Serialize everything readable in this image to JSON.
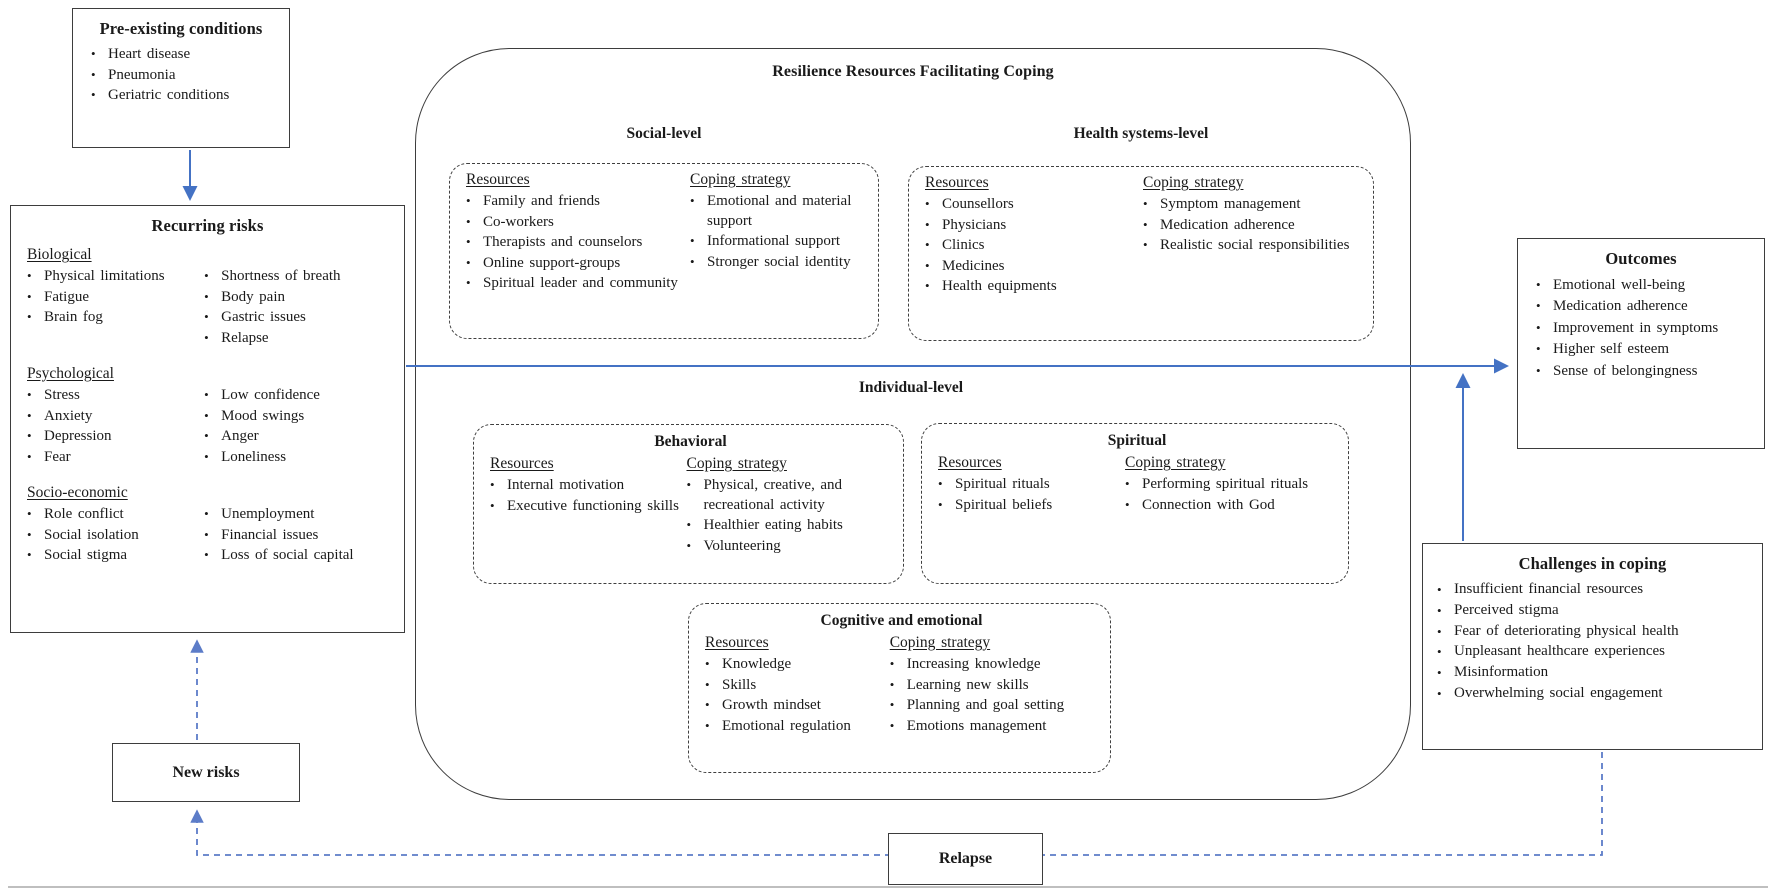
{
  "colors": {
    "arrow_solid": "#4472C4",
    "arrow_dashed": "#5C7CC8",
    "box_border": "#3D3D3D"
  },
  "preexisting": {
    "title": "Pre-existing conditions",
    "items": [
      "Heart disease",
      "Pneumonia",
      "Geriatric conditions"
    ]
  },
  "recurring": {
    "title": "Recurring risks",
    "sections": [
      {
        "heading": "Biological",
        "col1": [
          "Physical limitations",
          "Fatigue",
          "Brain fog"
        ],
        "col2": [
          "Shortness of breath",
          "Body pain",
          "Gastric issues",
          "Relapse"
        ]
      },
      {
        "heading": "Psychological",
        "col1": [
          "Stress",
          "Anxiety",
          "Depression",
          "Fear"
        ],
        "col2": [
          "Low confidence",
          "Mood swings",
          "Anger",
          "Loneliness"
        ]
      },
      {
        "heading": "Socio-economic",
        "col1": [
          "Role conflict",
          "Social isolation",
          "Social stigma"
        ],
        "col2": [
          "Unemployment",
          "Financial issues",
          "Loss of social capital"
        ]
      }
    ]
  },
  "central": {
    "title": "Resilience Resources Facilitating Coping",
    "labels": {
      "resources": "Resources",
      "coping": "Coping strategy"
    },
    "social": {
      "heading": "Social-level",
      "resources": [
        "Family and friends",
        "Co-workers",
        "Therapists and counselors",
        "Online support-groups",
        "Spiritual leader and community"
      ],
      "coping": [
        "Emotional and material support",
        "Informational support",
        "Stronger social identity"
      ]
    },
    "health": {
      "heading": "Health systems-level",
      "resources": [
        "Counsellors",
        "Physicians",
        "Clinics",
        "Medicines",
        "Health equipments"
      ],
      "coping": [
        "Symptom management",
        "Medication adherence",
        "Realistic social responsibilities"
      ]
    },
    "individual": {
      "heading": "Individual-level"
    },
    "behavioral": {
      "title": "Behavioral",
      "resources": [
        "Internal motivation",
        "Executive functioning skills"
      ],
      "coping": [
        "Physical, creative, and recreational activity",
        "Healthier eating habits",
        "Volunteering"
      ]
    },
    "spiritual": {
      "title": "Spiritual",
      "resources": [
        "Spiritual rituals",
        "Spiritual beliefs"
      ],
      "coping": [
        "Performing spiritual rituals",
        "Connection with God"
      ]
    },
    "cognitive": {
      "title": "Cognitive and emotional",
      "resources": [
        "Knowledge",
        "Skills",
        "Growth mindset",
        "Emotional regulation"
      ],
      "coping": [
        "Increasing knowledge",
        "Learning new skills",
        "Planning and goal setting",
        "Emotions management"
      ]
    }
  },
  "outcomes": {
    "title": "Outcomes",
    "items": [
      "Emotional well-being",
      "Medication adherence",
      "Improvement in symptoms",
      "Higher self esteem",
      "Sense of belongingness"
    ]
  },
  "challenges": {
    "title": "Challenges in coping",
    "items": [
      "Insufficient financial resources",
      "Perceived stigma",
      "Fear of deteriorating physical health",
      "Unpleasant healthcare experiences",
      "Misinformation",
      "Overwhelming social engagement"
    ]
  },
  "new_risks": {
    "title": "New risks"
  },
  "relapse": {
    "title": "Relapse"
  }
}
